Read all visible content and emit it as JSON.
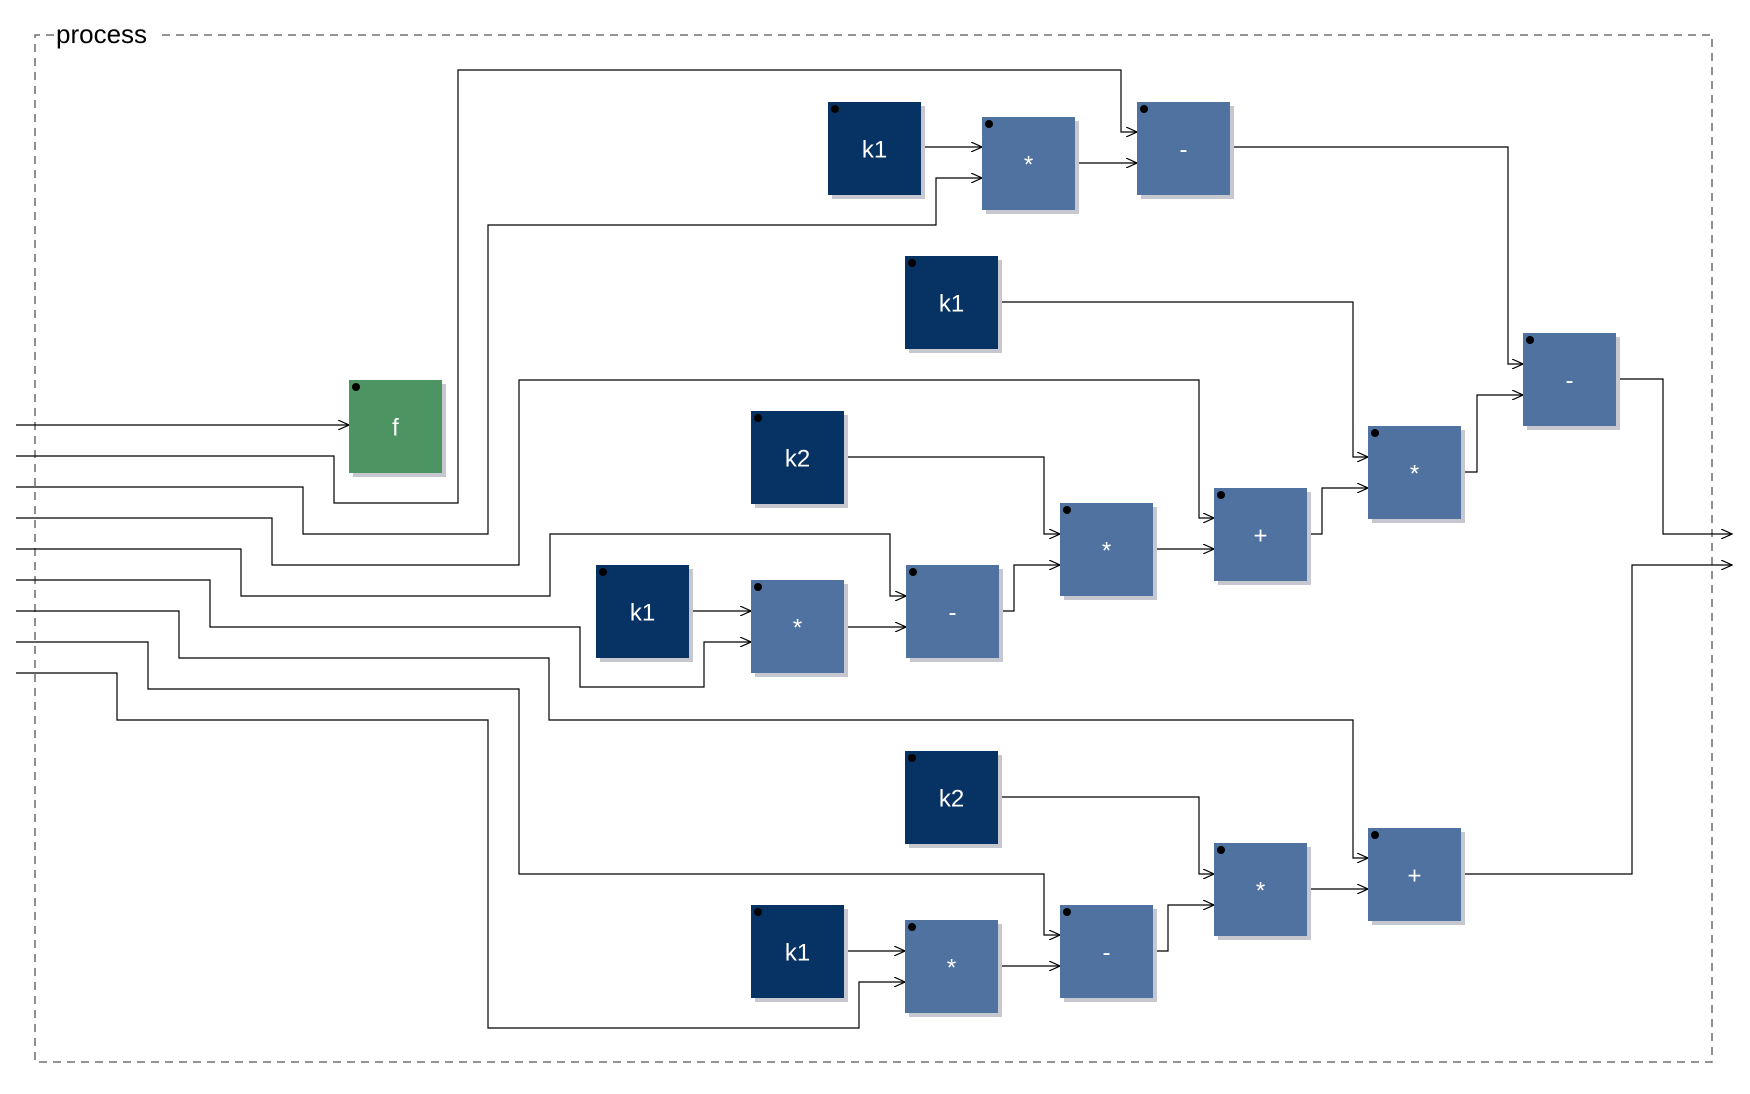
{
  "group": {
    "title": "process"
  },
  "colors": {
    "const_block": "#063264",
    "op_block": "#4f72a0",
    "func_block": "#4c9462",
    "shadow": "#c7c7cf",
    "dashed_border": "#555555"
  },
  "blocks": [
    {
      "id": "f",
      "label": "f",
      "kind": "func"
    },
    {
      "id": "k1a",
      "label": "k1",
      "kind": "const"
    },
    {
      "id": "m1",
      "label": "*",
      "kind": "op"
    },
    {
      "id": "s1",
      "label": "-",
      "kind": "op"
    },
    {
      "id": "k1b",
      "label": "k1",
      "kind": "const"
    },
    {
      "id": "k2a",
      "label": "k2",
      "kind": "const"
    },
    {
      "id": "k1c",
      "label": "k1",
      "kind": "const"
    },
    {
      "id": "m2",
      "label": "*",
      "kind": "op"
    },
    {
      "id": "s2",
      "label": "-",
      "kind": "op"
    },
    {
      "id": "m3",
      "label": "*",
      "kind": "op"
    },
    {
      "id": "a1",
      "label": "+",
      "kind": "op"
    },
    {
      "id": "m4",
      "label": "*",
      "kind": "op"
    },
    {
      "id": "s3",
      "label": "-",
      "kind": "op"
    },
    {
      "id": "k2b",
      "label": "k2",
      "kind": "const"
    },
    {
      "id": "k1d",
      "label": "k1",
      "kind": "const"
    },
    {
      "id": "m5",
      "label": "*",
      "kind": "op"
    },
    {
      "id": "s4",
      "label": "-",
      "kind": "op"
    },
    {
      "id": "m6",
      "label": "*",
      "kind": "op"
    },
    {
      "id": "a2",
      "label": "+",
      "kind": "op"
    }
  ]
}
